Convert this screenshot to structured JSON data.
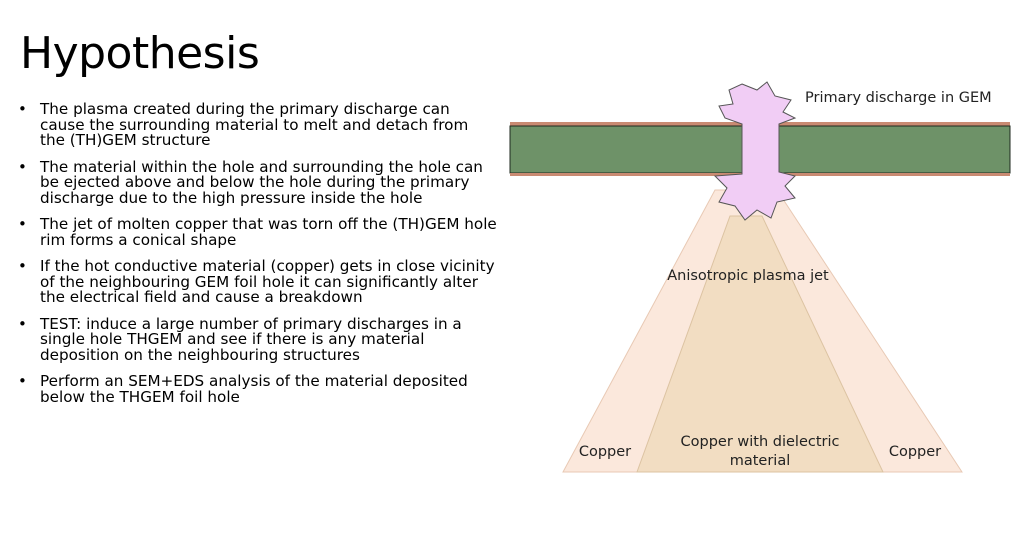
{
  "title": "Hypothesis",
  "bullets": [
    "The plasma created during the primary discharge can cause the surrounding material to melt and detach from the (TH)GEM structure",
    "The material within the hole and surrounding the hole can be ejected above and below the hole during the primary discharge due to the high pressure inside the hole",
    "The jet of molten copper that was torn off the (TH)GEM hole rim forms a conical shape",
    "If the hot conductive material (copper) gets in close vicinity of the neighbouring GEM foil hole it can significantly alter the electrical field and cause a breakdown",
    "TEST: induce a large number of primary discharges in a single hole THGEM and see if there is any material deposition on the neighbouring structures",
    "Perform an SEM+EDS analysis of the material deposited below the THGEM foil hole"
  ],
  "diagram": {
    "label_discharge": "Primary discharge in GEM",
    "label_jet": "Anisotropic plasma jet",
    "label_copper_left": "Copper",
    "label_copper_right": "Copper",
    "label_mixed_line1": "Copper with dielectric",
    "label_mixed_line2": "material",
    "colors": {
      "gem_dielectric": "#6e9268",
      "copper_layer": "#c98a72",
      "plasma": "#f1cdf5",
      "outer_cone": "#fbe8dc",
      "inner_cone": "#f2ddc2"
    }
  }
}
